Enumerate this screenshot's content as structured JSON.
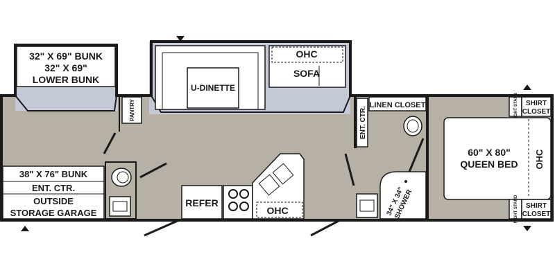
{
  "floorplan": {
    "colors": {
      "floor": "#b7b0a4",
      "slide": "#c3c9d6",
      "wall": "#1a1a1a",
      "furniture": "#ffffff"
    },
    "labels": {
      "bunk_upper_1": "32\" X 69\" BUNK",
      "bunk_upper_2": "32\" X 69\"",
      "bunk_upper_3": "LOWER BUNK",
      "pantry": "PANTRY",
      "u_dinette": "U-DINETTE",
      "ohc_sofa": "OHC",
      "sofa": "SOFA",
      "ent_ctr_mid": "ENT. CTR.",
      "linen_closet": "LINEN CLOSET",
      "night_stand_top": "NIGHT STAND",
      "shirt_closet_top_1": "SHIRT",
      "shirt_closet_top_2": "CLOSET",
      "queen_bed_1": "60\" X 80\"",
      "queen_bed_2": "QUEEN BED",
      "ohc_bed": "OHC",
      "bunk_lower": "38\" X 76\" BUNK",
      "ent_ctr_lower": "ENT. CTR.",
      "outside": "OUTSIDE",
      "storage_garage": "STORAGE GARAGE",
      "refer": "REFER",
      "ohc_kitchen": "OHC",
      "shower_1": "34\" X 34\"",
      "shower_2": "SHOWER",
      "night_stand_bottom": "NIGHT STAND",
      "shirt_closet_bottom_1": "SHIRT",
      "shirt_closet_bottom_2": "CLOSET"
    }
  }
}
